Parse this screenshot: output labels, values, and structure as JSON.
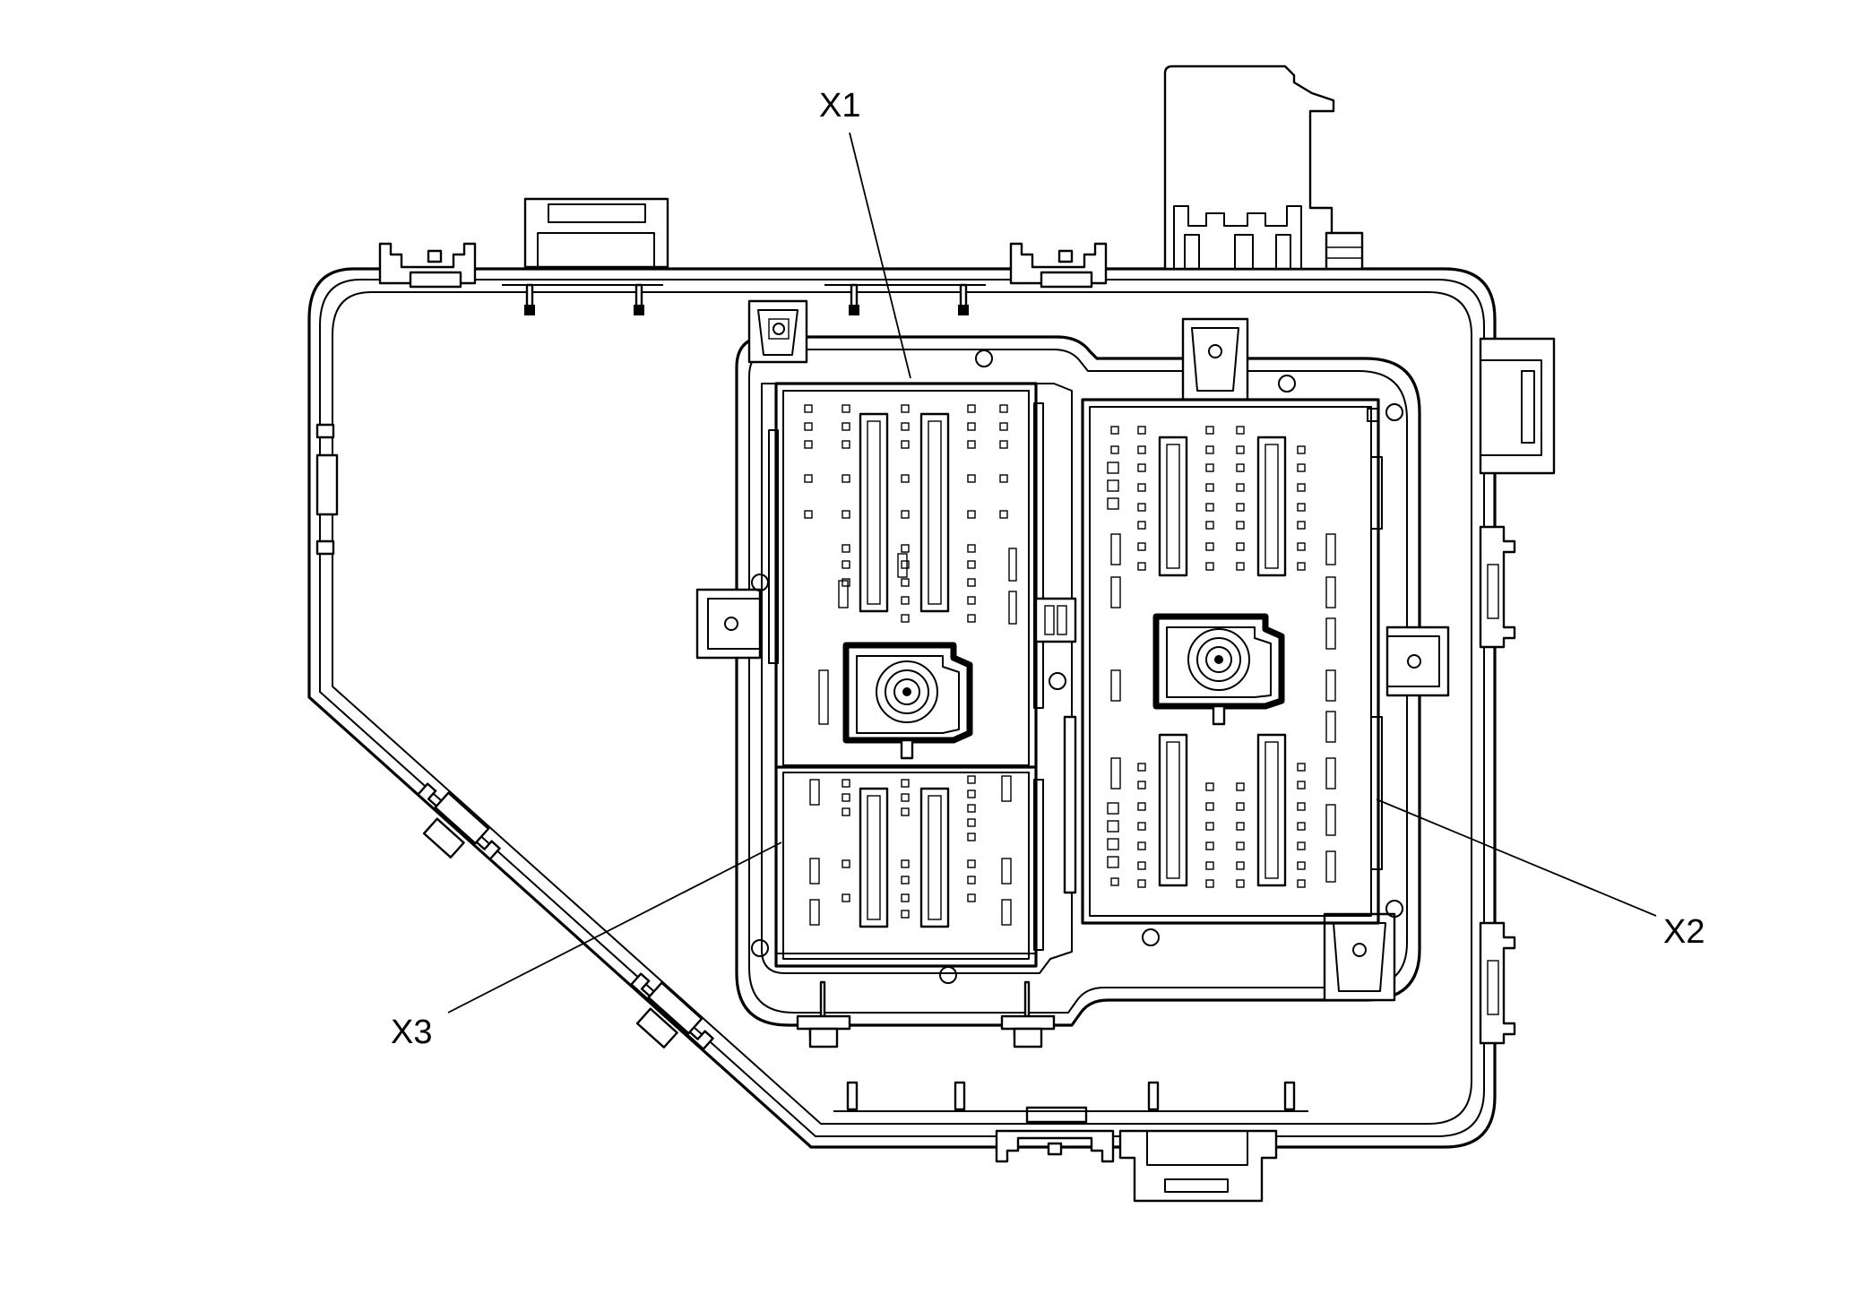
{
  "labels": {
    "x1": "X1",
    "x2": "X2",
    "x3": "X3"
  },
  "colors": {
    "line": "#000000",
    "background": "#ffffff"
  }
}
